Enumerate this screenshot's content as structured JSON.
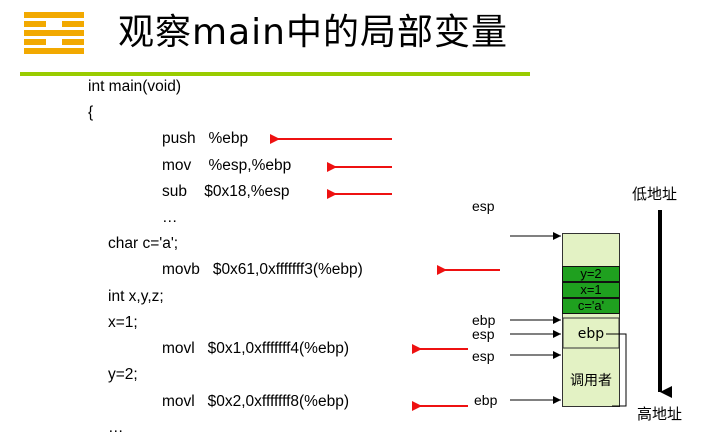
{
  "slide": {
    "title": "观察main中的局部变量",
    "accent_color": "#99cc00",
    "arrow_color": "#ee1111"
  },
  "code": {
    "lines": [
      "int main(void)",
      "{",
      "push   %ebp",
      "mov    %esp,%ebp",
      "sub    $0x18,%esp",
      "…",
      "char c='a';",
      "movb   $0x61,0xfffffff3(%ebp)",
      "int x,y,z;",
      "x=1;",
      "movl   $0x1,0xfffffff4(%ebp)",
      "y=2;",
      "movl   $0x2,0xfffffff8(%ebp)",
      "…"
    ]
  },
  "diagram": {
    "labels": {
      "esp_top": "esp",
      "ebp_mid": "ebp",
      "esp_mid": "esp",
      "esp_low": "esp",
      "ebp_low": "ebp"
    },
    "stack_slots": [
      "y=2",
      "x=1",
      "c='a'"
    ],
    "ebp_cell": "ebp",
    "caller_cell": "调用者",
    "low_addr": "低地址",
    "high_addr": "高地址"
  },
  "icons": {
    "logo": "stacked-bars-logo-icon"
  }
}
